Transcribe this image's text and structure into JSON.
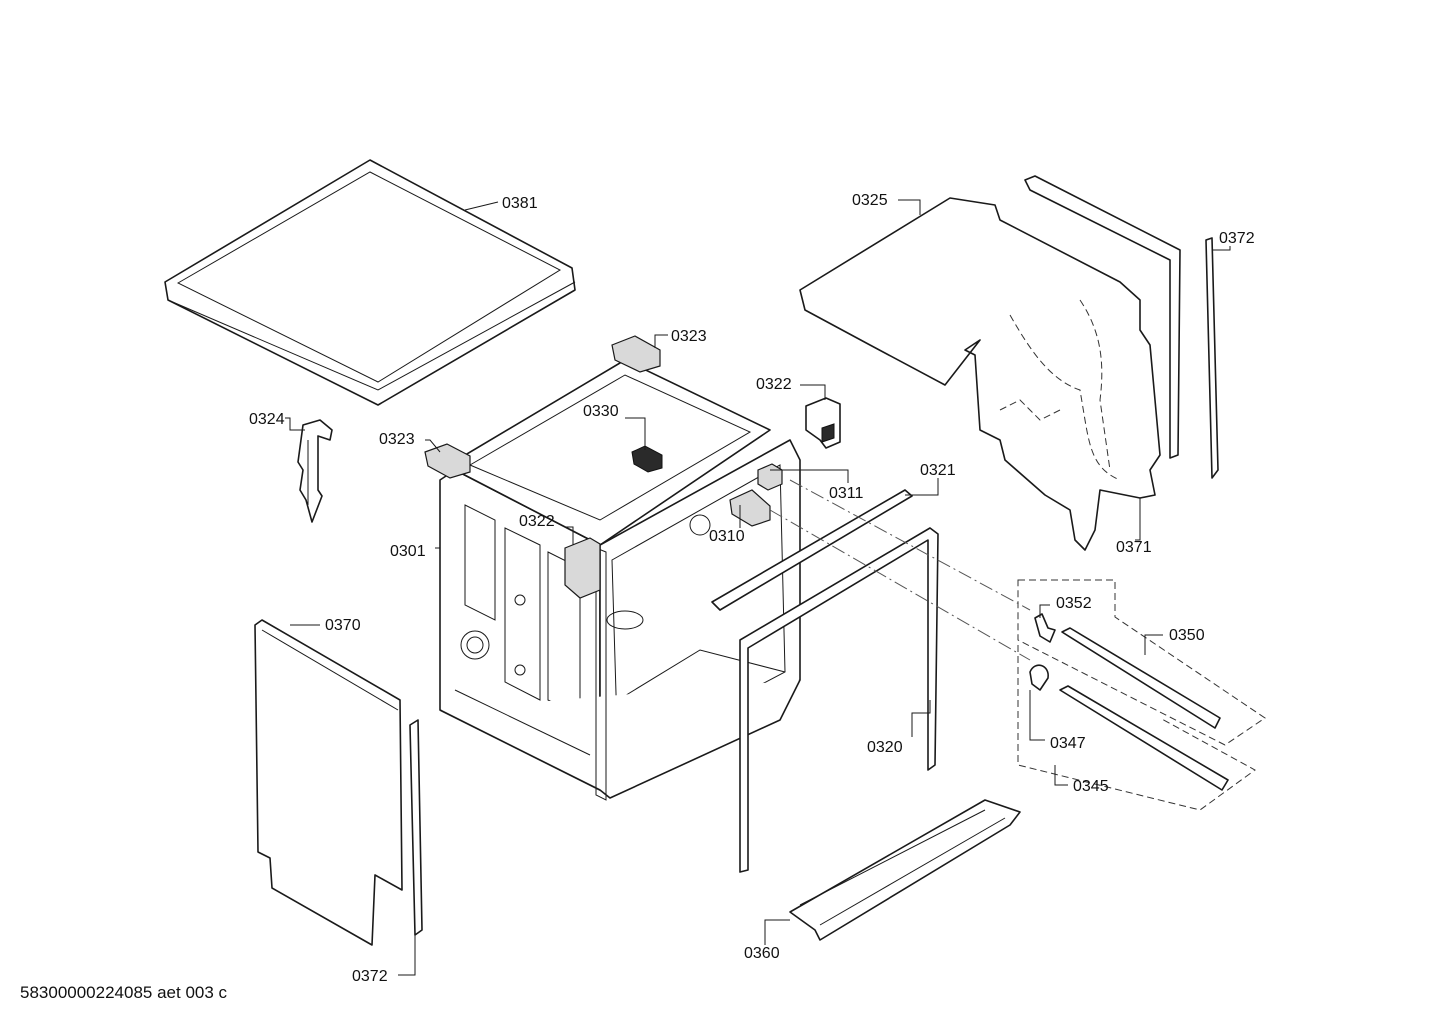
{
  "labels": {
    "p0381": "0381",
    "p0323a": "0323",
    "p0323b": "0323",
    "p0324": "0324",
    "p0330": "0330",
    "p0322a": "0322",
    "p0322b": "0322",
    "p0311": "0311",
    "p0310": "0310",
    "p0301": "0301",
    "p0321": "0321",
    "p0320": "0320",
    "p0325": "0325",
    "p0372a": "0372",
    "p0372b": "0372",
    "p0371": "0371",
    "p0352": "0352",
    "p0350": "0350",
    "p0347": "0347",
    "p0345": "0345",
    "p0370": "0370",
    "p0360": "0360"
  },
  "footer": "58300000224085 aet 003 c"
}
